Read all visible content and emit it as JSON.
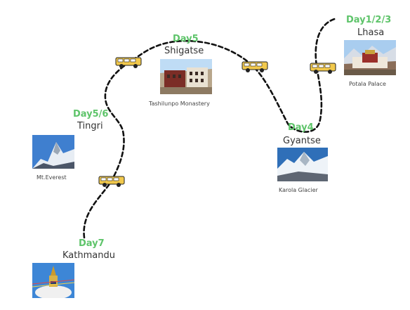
{
  "stops": {
    "lhasa": {
      "day": "Day1/2/3",
      "city": "Lhasa",
      "sight": "Potala Palace"
    },
    "shigatse": {
      "day": "Day5",
      "city": "Shigatse",
      "sight": "Tashilunpo Monastery"
    },
    "tingri": {
      "day": "Day5/6",
      "city": "Tingri",
      "sight": "Mt.Everest"
    },
    "gyantse": {
      "day": "Day4",
      "city": "Gyantse",
      "sight": "Karola Glacier"
    },
    "kathmandu": {
      "day": "Day7",
      "city": "Kathmandu"
    }
  },
  "colors": {
    "day_label": "#5ec46a",
    "route": "#111111",
    "bus_body": "#f2c94c"
  },
  "icons": [
    "bus-icon"
  ]
}
